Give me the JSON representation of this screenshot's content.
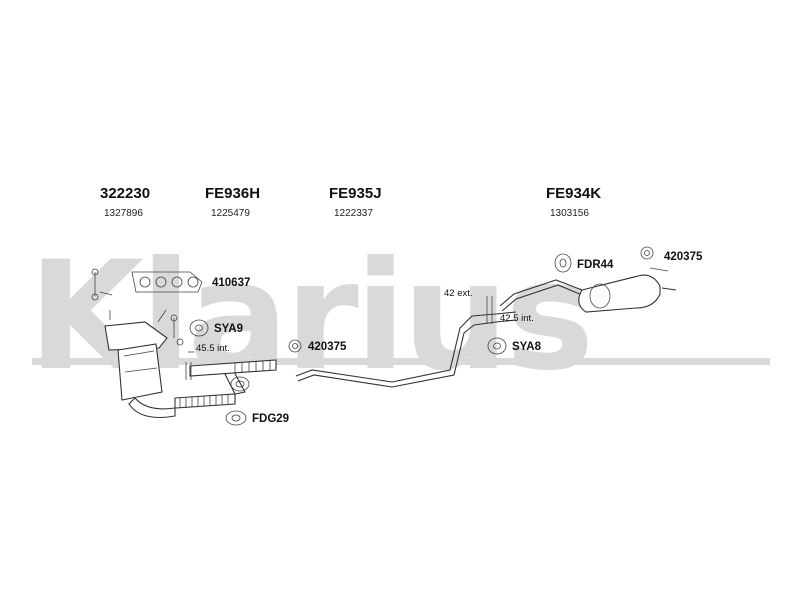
{
  "watermark": "Klarius",
  "parts": [
    {
      "code": "322230",
      "number": "1327896"
    },
    {
      "code": "FE936H",
      "number": "1225479"
    },
    {
      "code": "FE935J",
      "number": "1222337"
    },
    {
      "code": "FE934K",
      "number": "1303156"
    }
  ],
  "accessories": {
    "gasket_set": "410637",
    "mount_front": "SYA9",
    "clamp_front": "420375",
    "gasket_flange": "FDG29",
    "mount_rear": "FDR44",
    "clamp_rear": "420375",
    "mount_mid": "SYA8"
  },
  "dimensions": {
    "front_int": "45.5 int.",
    "rear_ext": "42 ext.",
    "rear_int": "42.5 int."
  }
}
